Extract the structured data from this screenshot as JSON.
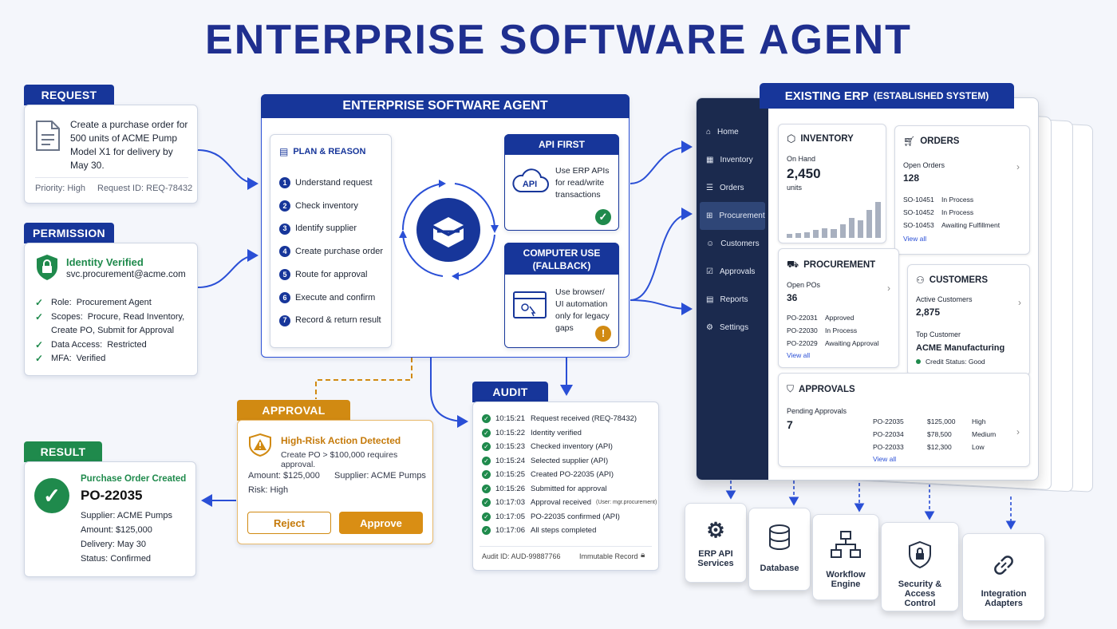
{
  "title": "ENTERPRISE SOFTWARE AGENT",
  "request": {
    "tab": "REQUEST",
    "text": "Create a purchase order for 500 units of ACME Pump Model X1 for delivery by May 30.",
    "priority": "Priority: High",
    "request_id": "Request ID: REQ-78432"
  },
  "permission": {
    "tab": "PERMISSION",
    "verified": "Identity Verified",
    "account": "svc.procurement@acme.com",
    "items": [
      {
        "label": "Role:",
        "value": "Procurement Agent"
      },
      {
        "label": "Scopes:",
        "value": "Procure, Read Inventory,"
      },
      {
        "label": "",
        "value": "Create PO, Submit for Approval"
      },
      {
        "label": "Data Access:",
        "value": "Restricted"
      },
      {
        "label": "MFA:",
        "value": "Verified"
      }
    ]
  },
  "result": {
    "tab": "RESULT",
    "heading": "Purchase Order Created",
    "po": "PO-22035",
    "items": [
      {
        "label": "Supplier:",
        "value": "ACME Pumps"
      },
      {
        "label": "Amount:",
        "value": "$125,000"
      },
      {
        "label": "Delivery:",
        "value": "May 30"
      },
      {
        "label": "Status:",
        "value": "Confirmed"
      }
    ]
  },
  "agent": {
    "tab": "ENTERPRISE SOFTWARE AGENT",
    "plan_title": "PLAN & REASON",
    "steps": [
      "Understand request",
      "Check inventory",
      "Identify supplier",
      "Create purchase order",
      "Route for approval",
      "Execute and confirm",
      "Record & return result"
    ],
    "step_nums": [
      "1",
      "2",
      "3",
      "4",
      "5",
      "6",
      "7"
    ],
    "api_first": {
      "tab": "API FIRST",
      "icon_label": "API",
      "text": "Use ERP APIs for read/write transactions"
    },
    "computer_use": {
      "tab": "COMPUTER USE (FALLBACK)",
      "text": "Use browser/ UI automation only for legacy gaps",
      "warn": "!"
    }
  },
  "approval": {
    "tab": "APPROVAL",
    "heading": "High-Risk Action Detected",
    "rule": "Create PO > $100,000 requires approval.",
    "amount": "Amount:  $125,000",
    "supplier": "Supplier:  ACME Pumps",
    "risk": "Risk:  High",
    "reject": "Reject",
    "approve": "Approve"
  },
  "audit": {
    "tab": "AUDIT",
    "entries": [
      {
        "t": "10:15:21",
        "e": "Request received (REQ-78432)"
      },
      {
        "t": "10:15:22",
        "e": "Identity verified"
      },
      {
        "t": "10:15:23",
        "e": "Checked inventory (API)"
      },
      {
        "t": "10:15:24",
        "e": "Selected supplier (API)"
      },
      {
        "t": "10:15:25",
        "e": "Created PO-22035 (API)"
      },
      {
        "t": "10:15:26",
        "e": "Submitted for approval"
      },
      {
        "t": "10:17:03",
        "e": "Approval received",
        "note": "(User: mgr.procurement)"
      },
      {
        "t": "10:17:05",
        "e": "PO-22035 confirmed (API)"
      },
      {
        "t": "10:17:06",
        "e": "All steps completed"
      }
    ],
    "audit_id": "Audit ID: AUD-99887766",
    "immutable": "Immutable Record"
  },
  "erp": {
    "tab_main": "EXISTING ERP",
    "tab_sub": "(ESTABLISHED SYSTEM)",
    "nav": [
      "Home",
      "Inventory",
      "Orders",
      "Procurement",
      "Customers",
      "Approvals",
      "Reports",
      "Settings"
    ],
    "nav_icons": [
      "⌂",
      "▦",
      "☰",
      "⊞",
      "☺",
      "☑",
      "▤",
      "⚙"
    ],
    "inventory": {
      "title": "INVENTORY",
      "on_hand": "On Hand",
      "value": "2,450",
      "units": "units",
      "bars": [
        0.1,
        0.12,
        0.15,
        0.2,
        0.25,
        0.22,
        0.35,
        0.5,
        0.45,
        0.7,
        0.9
      ]
    },
    "orders": {
      "title": "ORDERS",
      "label": "Open Orders",
      "value": "128",
      "rows": [
        {
          "id": "SO-10451",
          "s": "In Process"
        },
        {
          "id": "SO-10452",
          "s": "In Process"
        },
        {
          "id": "SO-10453",
          "s": "Awaiting Fulfillment"
        }
      ],
      "view_all": "View all"
    },
    "procurement": {
      "title": "PROCUREMENT",
      "label": "Open POs",
      "value": "36",
      "rows": [
        {
          "id": "PO-22031",
          "s": "Approved"
        },
        {
          "id": "PO-22030",
          "s": "In Process"
        },
        {
          "id": "PO-22029",
          "s": "Awaiting Approval"
        }
      ],
      "view_all": "View all"
    },
    "customers": {
      "title": "CUSTOMERS",
      "label": "Active Customers",
      "value": "2,875",
      "top_label": "Top Customer",
      "top": "ACME Manufacturing",
      "credit": "Credit Status: Good"
    },
    "approvals": {
      "title": "APPROVALS",
      "label": "Pending Approvals",
      "value": "7",
      "rows": [
        {
          "id": "PO-22035",
          "amt": "$125,000",
          "lvl": "High"
        },
        {
          "id": "PO-22034",
          "amt": "$78,500",
          "lvl": "Medium"
        },
        {
          "id": "PO-22033",
          "amt": "$12,300",
          "lvl": "Low"
        }
      ],
      "view_all": "View all"
    }
  },
  "services": [
    "ERP API Services",
    "Database",
    "Workflow Engine",
    "Security & Access Control",
    "Integration Adapters"
  ],
  "colors": {
    "navy": "#17369a",
    "green": "#1f8a4c",
    "amber": "#d18a12",
    "arrow": "#2a4fd6"
  }
}
